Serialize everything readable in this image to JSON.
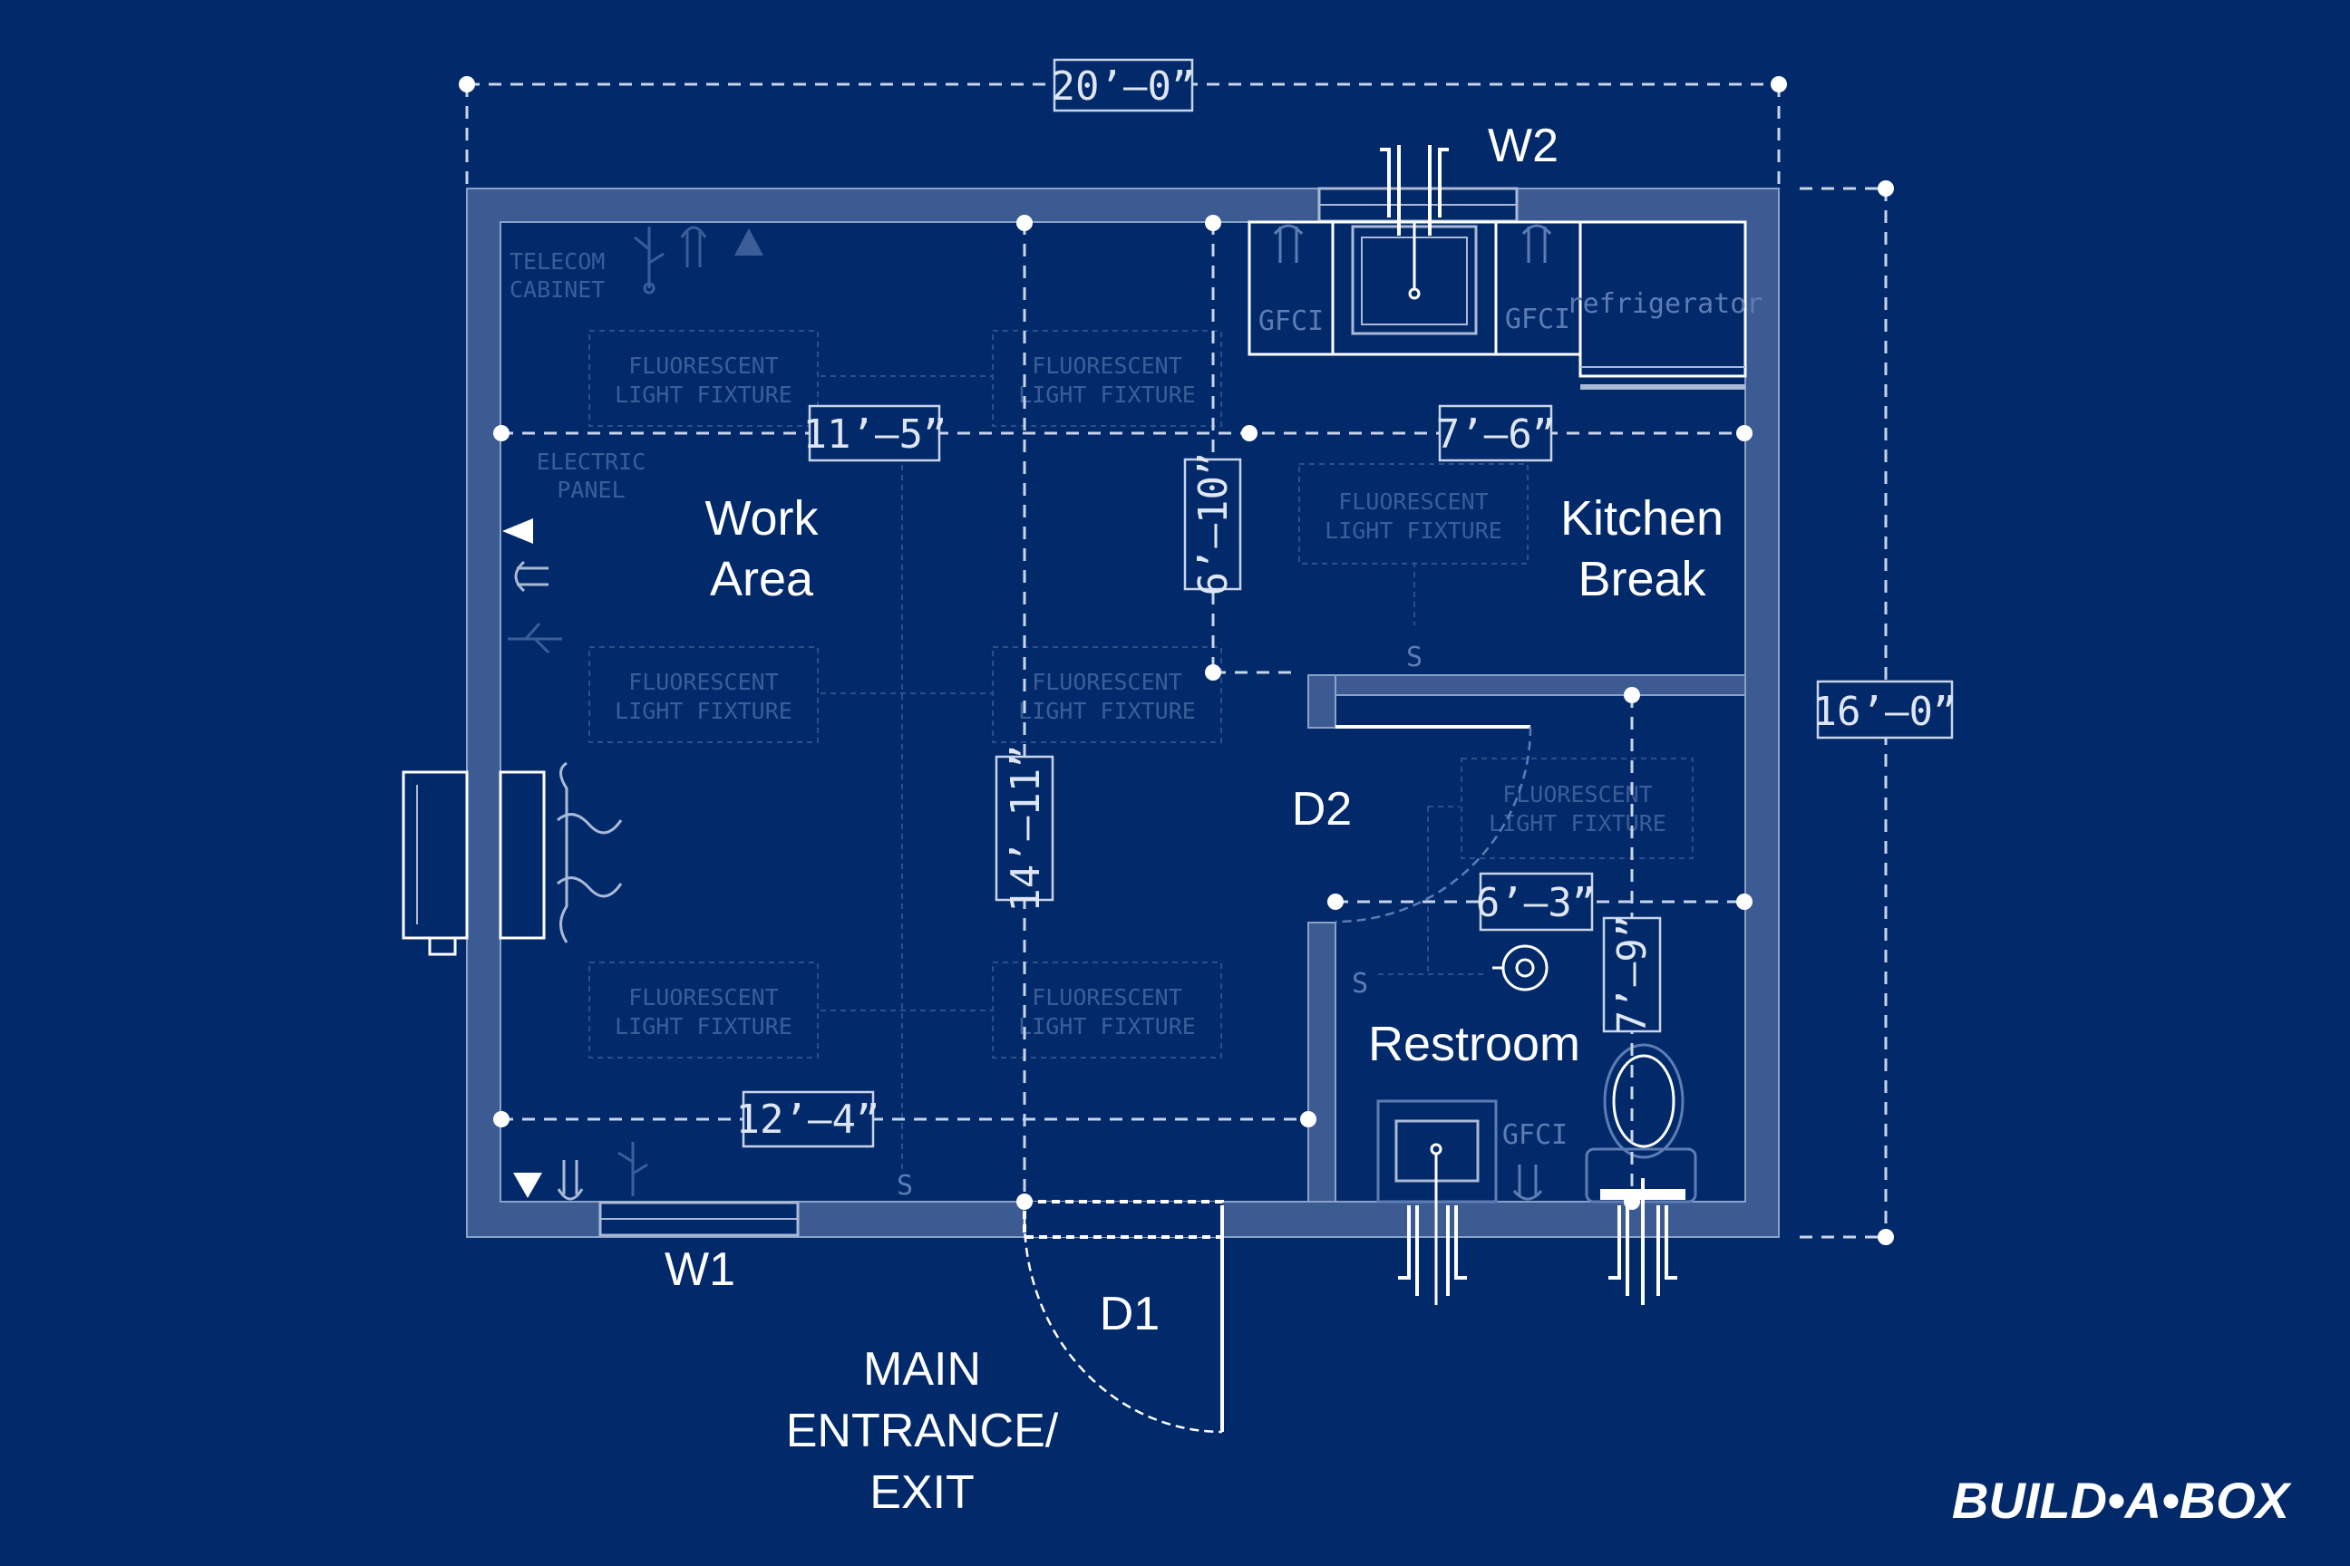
{
  "rooms": {
    "work_area": [
      "Work",
      "Area"
    ],
    "kitchen_break": [
      "Kitchen",
      "Break"
    ],
    "restroom": "Restroom"
  },
  "openings": {
    "w1": "W1",
    "w2": "W2",
    "d1": "D1",
    "d2": "D2",
    "main_entrance": [
      "MAIN",
      "ENTRANCE/",
      "EXIT"
    ]
  },
  "dimensions": {
    "overall_width": "20’–0”",
    "overall_depth": "16’–0”",
    "work_upper_width": "11’–5”",
    "kitchen_width": "7’–6”",
    "kitchen_depth": "6’–10”",
    "work_depth": "14’–11”",
    "work_lower_width": "12’–4”",
    "restroom_width": "6’–3”",
    "restroom_depth": "7’–9”"
  },
  "equipment": {
    "telecom": [
      "TELECOM",
      "CABINET"
    ],
    "electric": [
      "ELECTRIC",
      "PANEL"
    ],
    "fixture": [
      "FLUORESCENT",
      "LIGHT FIXTURE"
    ],
    "gfci": "GFCI",
    "refrigerator": "refrigerator",
    "switch": "S"
  },
  "brand": {
    "logo": "BUILD•A•BOX"
  },
  "colors": {
    "background": "#022a6b",
    "wall": "#3c5b93",
    "line": "#ffffff"
  }
}
